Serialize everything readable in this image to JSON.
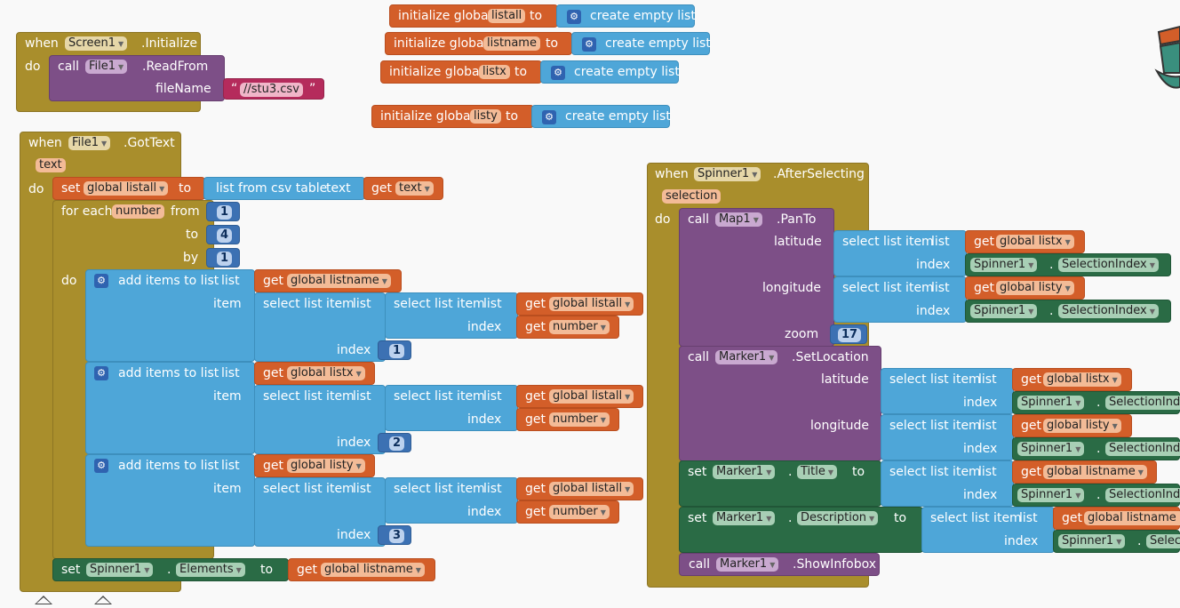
{
  "kw": {
    "when": "when",
    "do": "do",
    "call": "call",
    "set": "set",
    "to": "to",
    "get": "get",
    "init": "initialize global",
    "create_list": "create empty list",
    "select": "select list item",
    "list": "list",
    "index": "index",
    "item": "item",
    "add_items": "add items to list",
    "dot": "."
  },
  "init": {
    "v1": "listall",
    "v2": "listname",
    "v3": "listx",
    "v4": "listy"
  },
  "screen_init": {
    "comp": "Screen1",
    "event": ".Initialize",
    "file": "File1",
    "method": ".ReadFrom",
    "param": "fileName",
    "q1": "“",
    "value": "//stu3.csv",
    "q2": "”"
  },
  "gottext": {
    "comp": "File1",
    "event": ".GotText",
    "param": "text",
    "var_listall": "global listall",
    "csv": "list from csv table",
    "text_label": "text",
    "get_text": "text",
    "for_each": "for each",
    "loop_var": "number",
    "from_label": "from",
    "to_label": "to",
    "by_label": "by",
    "from": "1",
    "to": "4",
    "by": "1",
    "g_listname": "global listname",
    "g_listx": "global listx",
    "g_listy": "global listy",
    "g_listall": "global listall",
    "number": "number",
    "idx1": "1",
    "idx2": "2",
    "idx3": "3",
    "spinner": "Spinner1",
    "elements": "Elements"
  },
  "spinner_ev": {
    "comp": "Spinner1",
    "event": ".AfterSelecting",
    "param": "selection",
    "map": "Map1",
    "panto": ".PanTo",
    "latitude": "latitude",
    "longitude": "longitude",
    "zoom": "zoom",
    "zoom_val": "17",
    "g_listx": "global listx",
    "g_listy": "global listy",
    "g_listname": "global listname",
    "sel_index": "SelectionIndex",
    "sel_index_cut": "SelectionInd",
    "sel_cut": "Selec",
    "g_listname_cut": "global listname",
    "marker": "Marker1",
    "setloc": ".SetLocation",
    "title": "Title",
    "desc": "Description",
    "show": ".ShowInfobox"
  },
  "colors": {
    "event": "#a98e2c",
    "procedure": "#7d4f87",
    "list": "#4ea6d8",
    "variable": "#d35e29",
    "component": "#2a6b45",
    "math": "#3c71b3",
    "text": "#b52b5c"
  },
  "icons": {
    "gear": "gear-icon",
    "dropdown": "dropdown-arrow-icon",
    "collapse": "collapse-triangle-icon",
    "trash": "trash-can-icon"
  }
}
